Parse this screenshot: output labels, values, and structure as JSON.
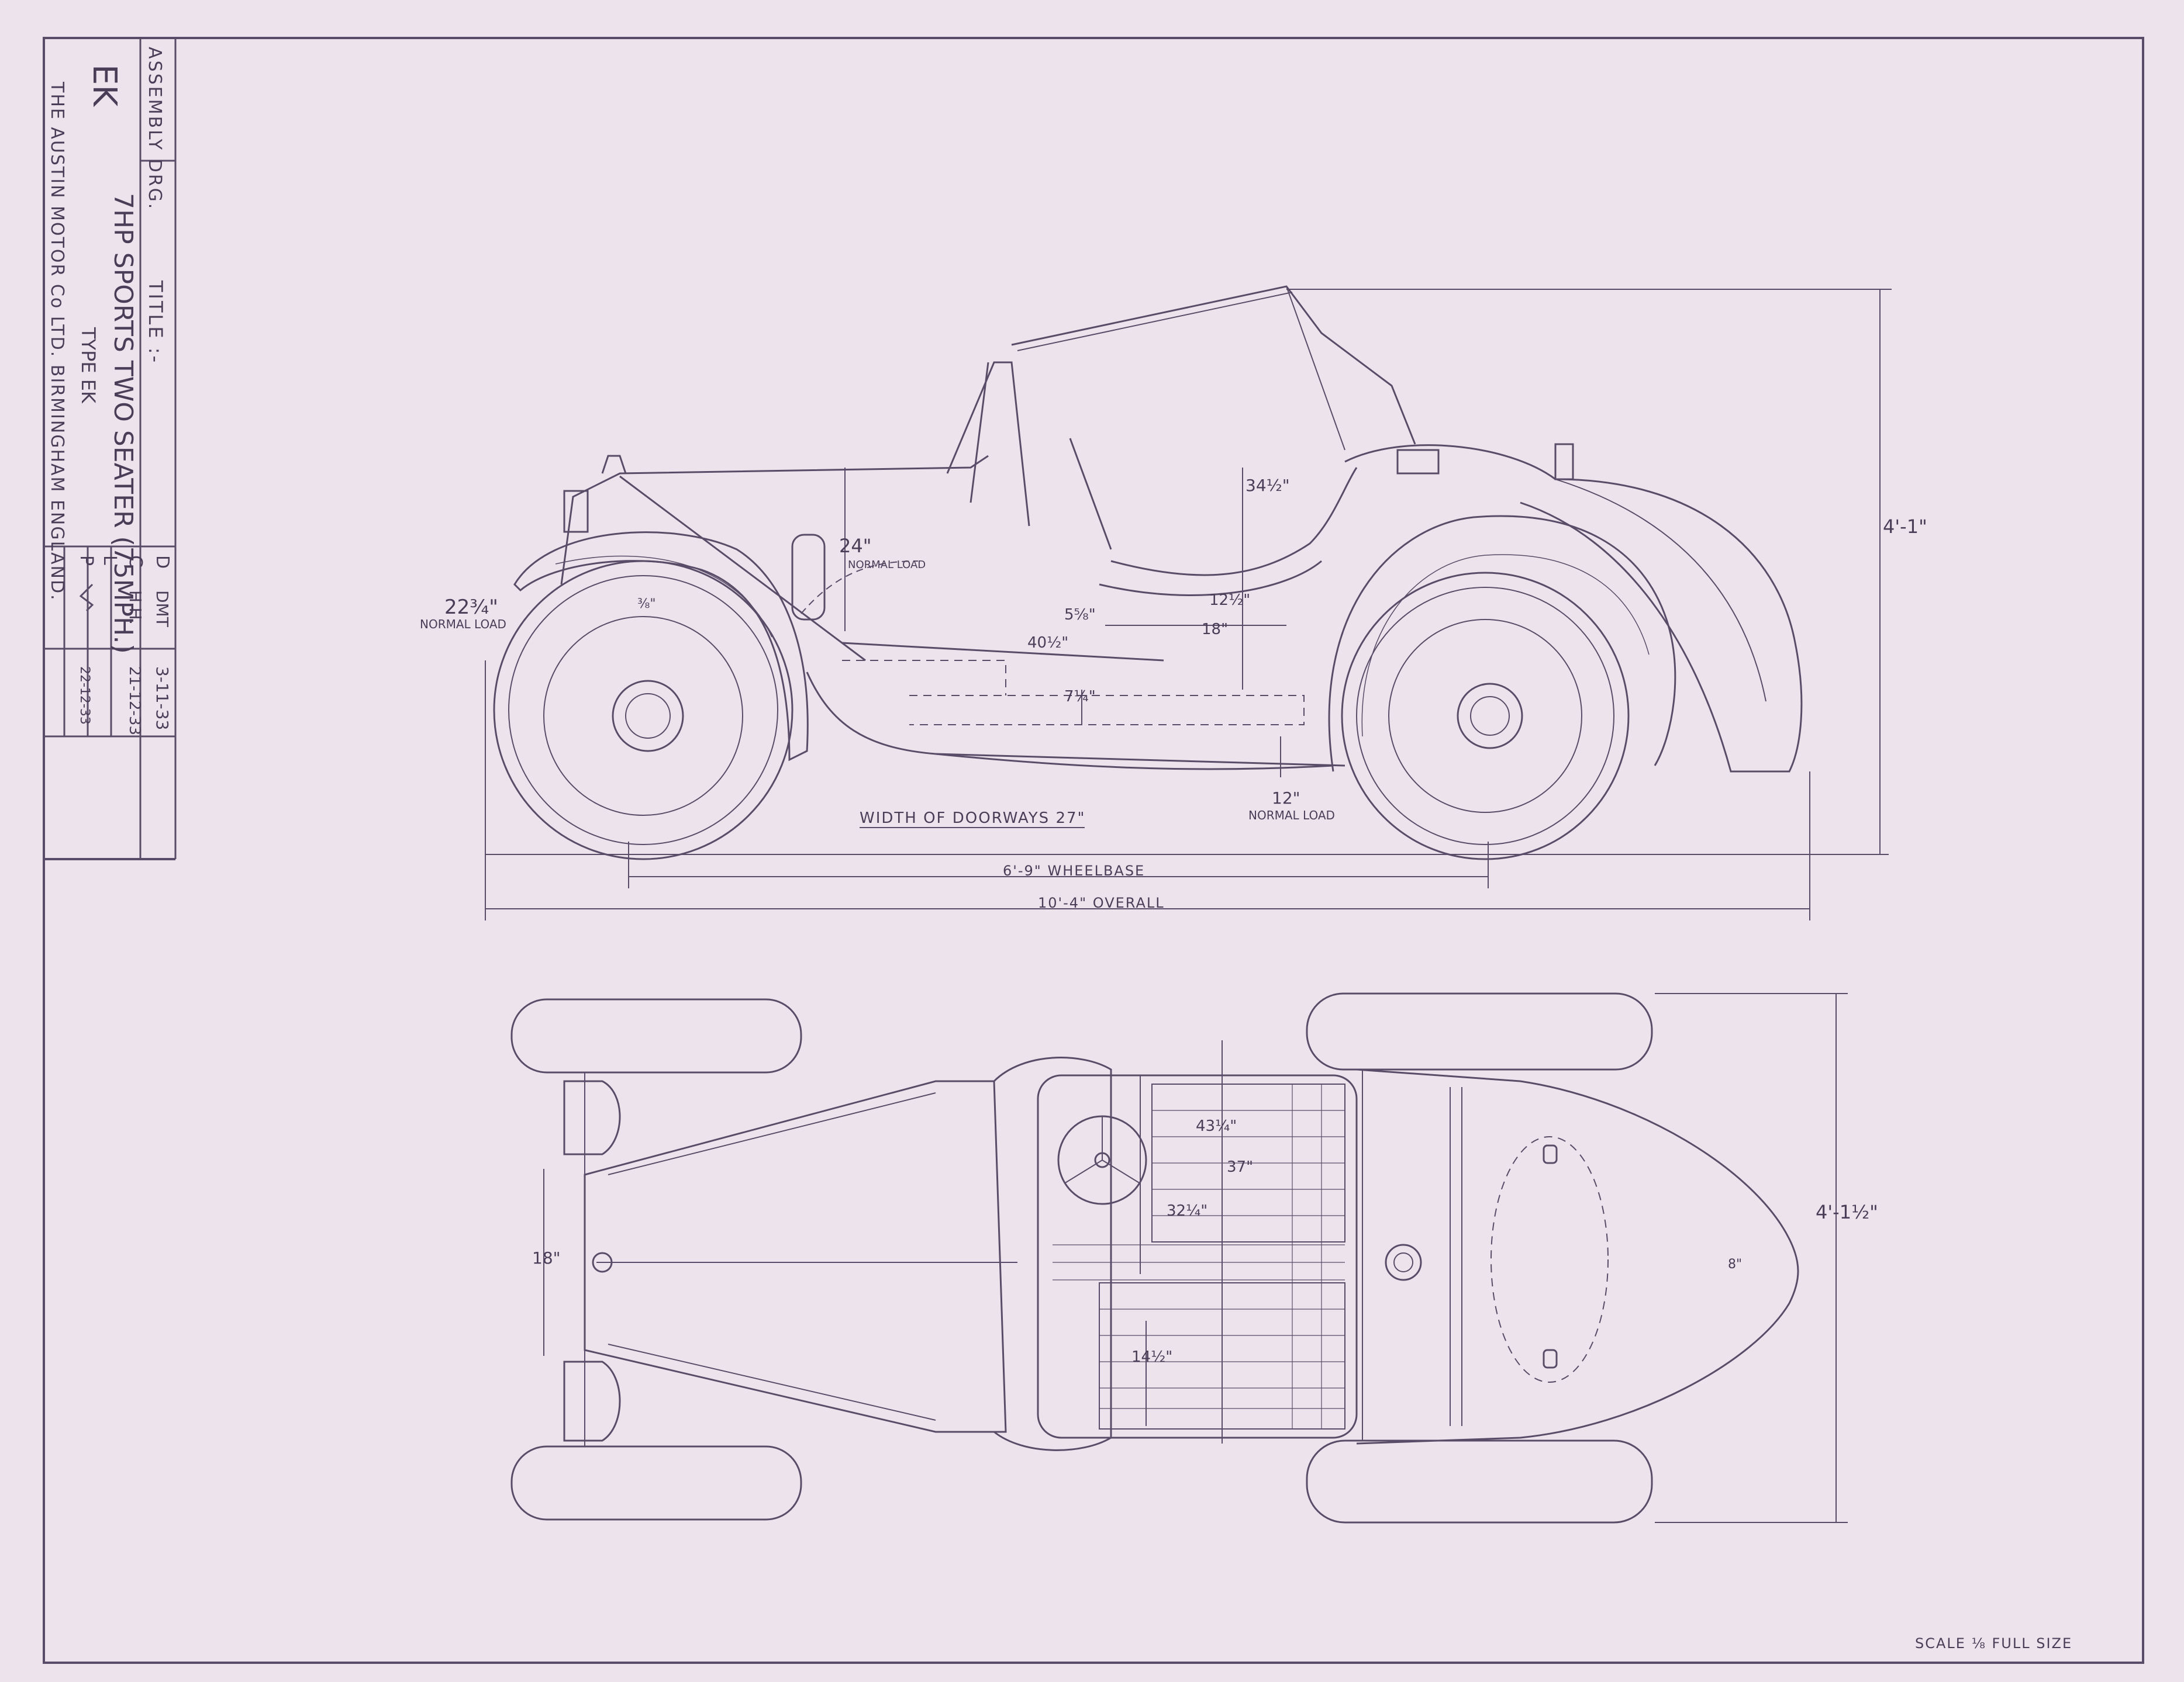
{
  "colors": {
    "paper": "#ece3ec",
    "ink": "#4a3d58",
    "ink_light": "#7d6f8a"
  },
  "title_block": {
    "drawing_type": "ASSEMBLY DRG.",
    "title_label": "TITLE :-",
    "drawing_no": "EK",
    "title": "7HP SPORTS TWO SEATER (75MPH.)",
    "type": "TYPE EK",
    "company": "THE AUSTIN MOTOR Co LTD.   BIRMINGHAM   ENGLAND.",
    "revisions": [
      {
        "letter": "D",
        "initials": "DMT",
        "date": "3-11-33"
      },
      {
        "letter": "C",
        "initials": "H.H.",
        "date": "21-12-33"
      },
      {
        "letter": "L",
        "initials": "",
        "date": ""
      },
      {
        "letter": "P",
        "initials": "",
        "date": "22-12-33"
      }
    ]
  },
  "side_view": {
    "dim_22_3_4": "22¾\"",
    "normal_load_1": "NORMAL LOAD",
    "dim_3_8": "⅜\"",
    "dim_24": "24\"",
    "normal_load_2": "NORMAL LOAD",
    "dim_34_1_2": "34½\"",
    "dim_5_5_8": "5⅝\"",
    "dim_40_1_2": "40½\"",
    "dim_12_1_2": "12½\"",
    "dim_18": "18\"",
    "dim_7_1_4": "7¼\"",
    "dim_12": "12\"",
    "normal_load_3": "NORMAL LOAD",
    "doorways": "WIDTH OF DOORWAYS 27\"",
    "height": "4'-1\"",
    "wheelbase": "6'-9\" WHEELBASE",
    "overall": "10'-4\" OVERALL"
  },
  "plan_view": {
    "dim_43_1_4": "43¼\"",
    "dim_37": "37\"",
    "dim_32_1_4": "32¼\"",
    "dim_18": "18\"",
    "dim_14_1_2": "14½\"",
    "dim_8": "8\"",
    "width": "4'-1½\""
  },
  "scale_note": "SCALE ⅛ FULL SIZE"
}
